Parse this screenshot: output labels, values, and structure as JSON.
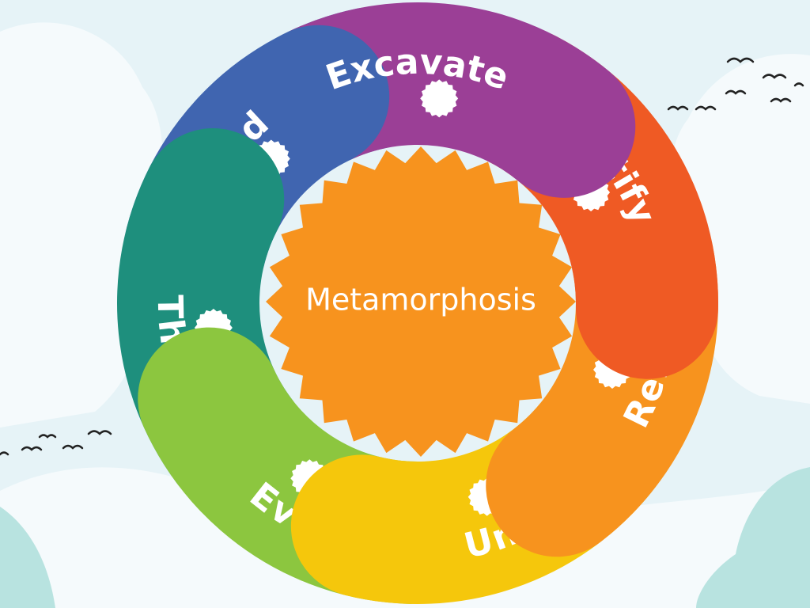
{
  "center": {
    "label": "Metamorphosis",
    "color": "#F7931E"
  },
  "background": {
    "sky": "#E6F3F7",
    "cloud": "#F5FAFC",
    "hill": "#B8E3E0",
    "bird": "#222222"
  },
  "segments": [
    {
      "id": "excavate",
      "label": "Excavate",
      "color": "#9B3F96"
    },
    {
      "id": "identify",
      "label": "Identify",
      "color": "#EF5A24"
    },
    {
      "id": "reflect",
      "label": "Reflect",
      "color": "#F7931E"
    },
    {
      "id": "unveil",
      "label": "Unveil",
      "color": "#F5C70C"
    },
    {
      "id": "evolve",
      "label": "Evolve",
      "color": "#8CC63F"
    },
    {
      "id": "thrive",
      "label": "Thrive",
      "color": "#1E8F7D"
    },
    {
      "id": "lead",
      "label": "Lead",
      "color": "#4065B0"
    }
  ]
}
